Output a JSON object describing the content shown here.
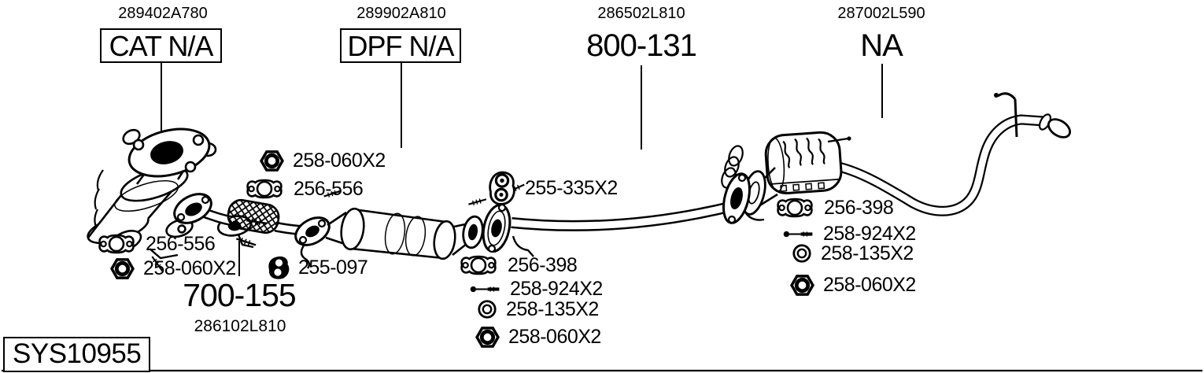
{
  "page": {
    "background": "#ffffff",
    "ink": "#000000"
  },
  "system_code": "SYS10955",
  "assemblies": [
    {
      "part_no": "289402A780",
      "label": "CAT N/A",
      "boxed": true
    },
    {
      "part_no": "289902A810",
      "label": "DPF N/A",
      "boxed": true
    },
    {
      "part_no": "286502L810",
      "label": "800-131",
      "boxed": false
    },
    {
      "part_no": "287002L590",
      "label": "NA",
      "boxed": false
    }
  ],
  "front_pipe": {
    "label": "700-155",
    "part_no": "286102L810"
  },
  "callouts": [
    {
      "icon": "nut-icon",
      "part": "258-060X2"
    },
    {
      "icon": "gasket-icon",
      "part": "256-556"
    },
    {
      "icon": "gasket-icon",
      "part": "256-556"
    },
    {
      "icon": "nut-icon",
      "part": "258-060X2"
    },
    {
      "icon": "rubber-hanger-icon",
      "part": "255-097"
    },
    {
      "icon": "rubber-hanger-icon",
      "part": "255-335X2"
    },
    {
      "icon": "gasket-icon",
      "part": "256-398"
    },
    {
      "icon": "bolt-icon",
      "part": "258-924X2"
    },
    {
      "icon": "washer-icon",
      "part": "258-135X2"
    },
    {
      "icon": "nut-icon",
      "part": "258-060X2"
    },
    {
      "icon": "gasket-icon",
      "part": "256-398"
    },
    {
      "icon": "bolt-icon",
      "part": "258-924X2"
    },
    {
      "icon": "washer-icon",
      "part": "258-135X2"
    },
    {
      "icon": "nut-icon",
      "part": "258-060X2"
    }
  ]
}
